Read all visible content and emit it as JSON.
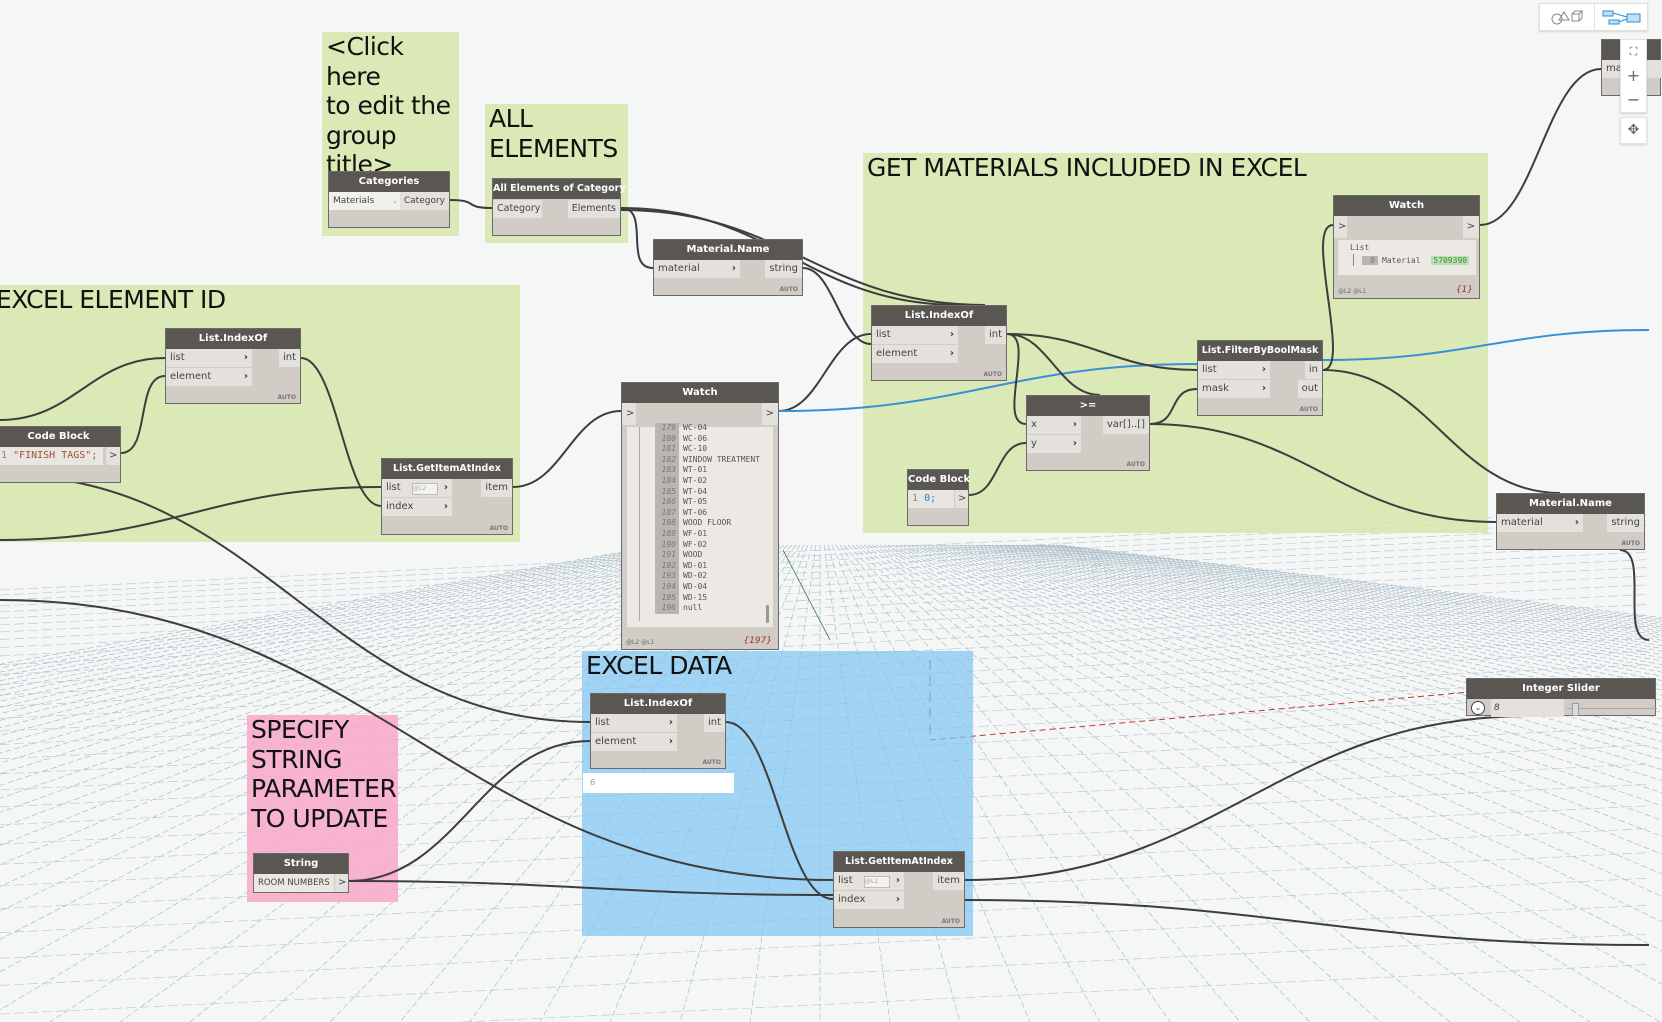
{
  "view_toggle": {
    "geometry_view_icon": "geometry-view-icon",
    "graph_view_icon": "graph-view-icon",
    "active": "graph"
  },
  "zoom_controls": {
    "fit_icon": "zoom-to-fit-icon",
    "zoom_in": "+",
    "zoom_out": "−",
    "pan_icon": "pan-icon"
  },
  "groups": {
    "click_here": "<Click here\nto edit the\ngroup\ntitle>",
    "all_elements": "ALL\nELEMENTS",
    "excel_element_id": "EXCEL ELEMENT ID",
    "get_materials": "GET MATERIALS INCLUDED IN EXCEL",
    "excel_data": "EXCEL DATA",
    "specify_string": "SPECIFY\nSTRING\nPARAMETER\nTO UPDATE"
  },
  "nodes": {
    "categories": {
      "title": "Categories",
      "dropdown_value": "Materials",
      "output": "Category"
    },
    "all_elements": {
      "title": "All Elements of Category",
      "input": "Category",
      "output": "Elements"
    },
    "material_name_1": {
      "title": "Material.Name",
      "input": "material",
      "output": "string",
      "lacing": "AUTO"
    },
    "list_indexof_1": {
      "title": "List.IndexOf",
      "input_list": "list",
      "input_element": "element",
      "output": "int",
      "lacing": "AUTO"
    },
    "code_block_1": {
      "title": "Code Block",
      "line_no": "1",
      "code": "\"FINISH TAGS\";",
      "output": ">"
    },
    "getitem_1": {
      "title": "List.GetItemAtIndex",
      "input_list": "list",
      "input_index": "index",
      "level": "@L2",
      "output": "item",
      "lacing": "AUTO"
    },
    "watch_main": {
      "title": "Watch",
      "input": ">",
      "output": ">",
      "items": [
        {
          "index": "179",
          "value": "WC-04"
        },
        {
          "index": "180",
          "value": "WC-06"
        },
        {
          "index": "181",
          "value": "WC-10"
        },
        {
          "index": "182",
          "value": "WINDOW TREATMENT"
        },
        {
          "index": "183",
          "value": "WT-01"
        },
        {
          "index": "184",
          "value": "WT-02"
        },
        {
          "index": "185",
          "value": "WT-04"
        },
        {
          "index": "186",
          "value": "WT-05"
        },
        {
          "index": "187",
          "value": "WT-06"
        },
        {
          "index": "188",
          "value": "WOOD FLOOR"
        },
        {
          "index": "189",
          "value": "WF-01"
        },
        {
          "index": "190",
          "value": "WF-02"
        },
        {
          "index": "191",
          "value": "WOOD"
        },
        {
          "index": "192",
          "value": "WD-01"
        },
        {
          "index": "193",
          "value": "WD-02"
        },
        {
          "index": "194",
          "value": "WD-04"
        },
        {
          "index": "195",
          "value": "WD-15"
        },
        {
          "index": "196",
          "value": "null"
        }
      ],
      "levels": "@L2 @L1",
      "count": "{197}"
    },
    "list_indexof_2": {
      "title": "List.IndexOf",
      "input_list": "list",
      "input_element": "element",
      "output": "int",
      "lacing": "AUTO"
    },
    "code_block_2": {
      "title": "Code Block",
      "line_no": "1",
      "code": "0;",
      "output": ">"
    },
    "gte": {
      "title": ">=",
      "input_x": "x",
      "input_y": "y",
      "output": "var[]..[]",
      "lacing": "AUTO"
    },
    "filter_bool": {
      "title": "List.FilterByBoolMask",
      "input_list": "list",
      "input_mask": "mask",
      "output_in": "in",
      "output_out": "out",
      "lacing": "AUTO"
    },
    "watch_small": {
      "title": "Watch",
      "input": ">",
      "output": ">",
      "list_label": "List",
      "item_index": "0",
      "item_label": "Material",
      "item_value": "5709390",
      "levels": "@L2 @L1",
      "count": "{1}"
    },
    "material_name_2": {
      "title": "Material.Name",
      "input": "material",
      "output": "string",
      "lacing": "AUTO"
    },
    "material_name_3_partial": {
      "input": "ma"
    },
    "integer_slider": {
      "title": "Integer Slider",
      "value": "8",
      "fraction": 0.05
    },
    "list_indexof_3": {
      "title": "List.IndexOf",
      "input_list": "list",
      "input_element": "element",
      "output": "int",
      "lacing": "AUTO",
      "preview_value": "6"
    },
    "string_node": {
      "title": "String",
      "value": "ROOM NUMBERS",
      "output": ">"
    },
    "getitem_2": {
      "title": "List.GetItemAtIndex",
      "input_list": "list",
      "input_index": "index",
      "level": "@L2",
      "output": "item",
      "lacing": "AUTO"
    }
  },
  "colors": {
    "group_green": "#d6e6ac",
    "group_blue": "#7dc4f5",
    "group_pink": "#f8a8c8",
    "node_header": "#5a5753",
    "node_body": "#d1cdc6",
    "wire": "#3d3d3d",
    "wire_selected": "#3a8fd6",
    "watch_value_bg": "#b9dfb2"
  }
}
